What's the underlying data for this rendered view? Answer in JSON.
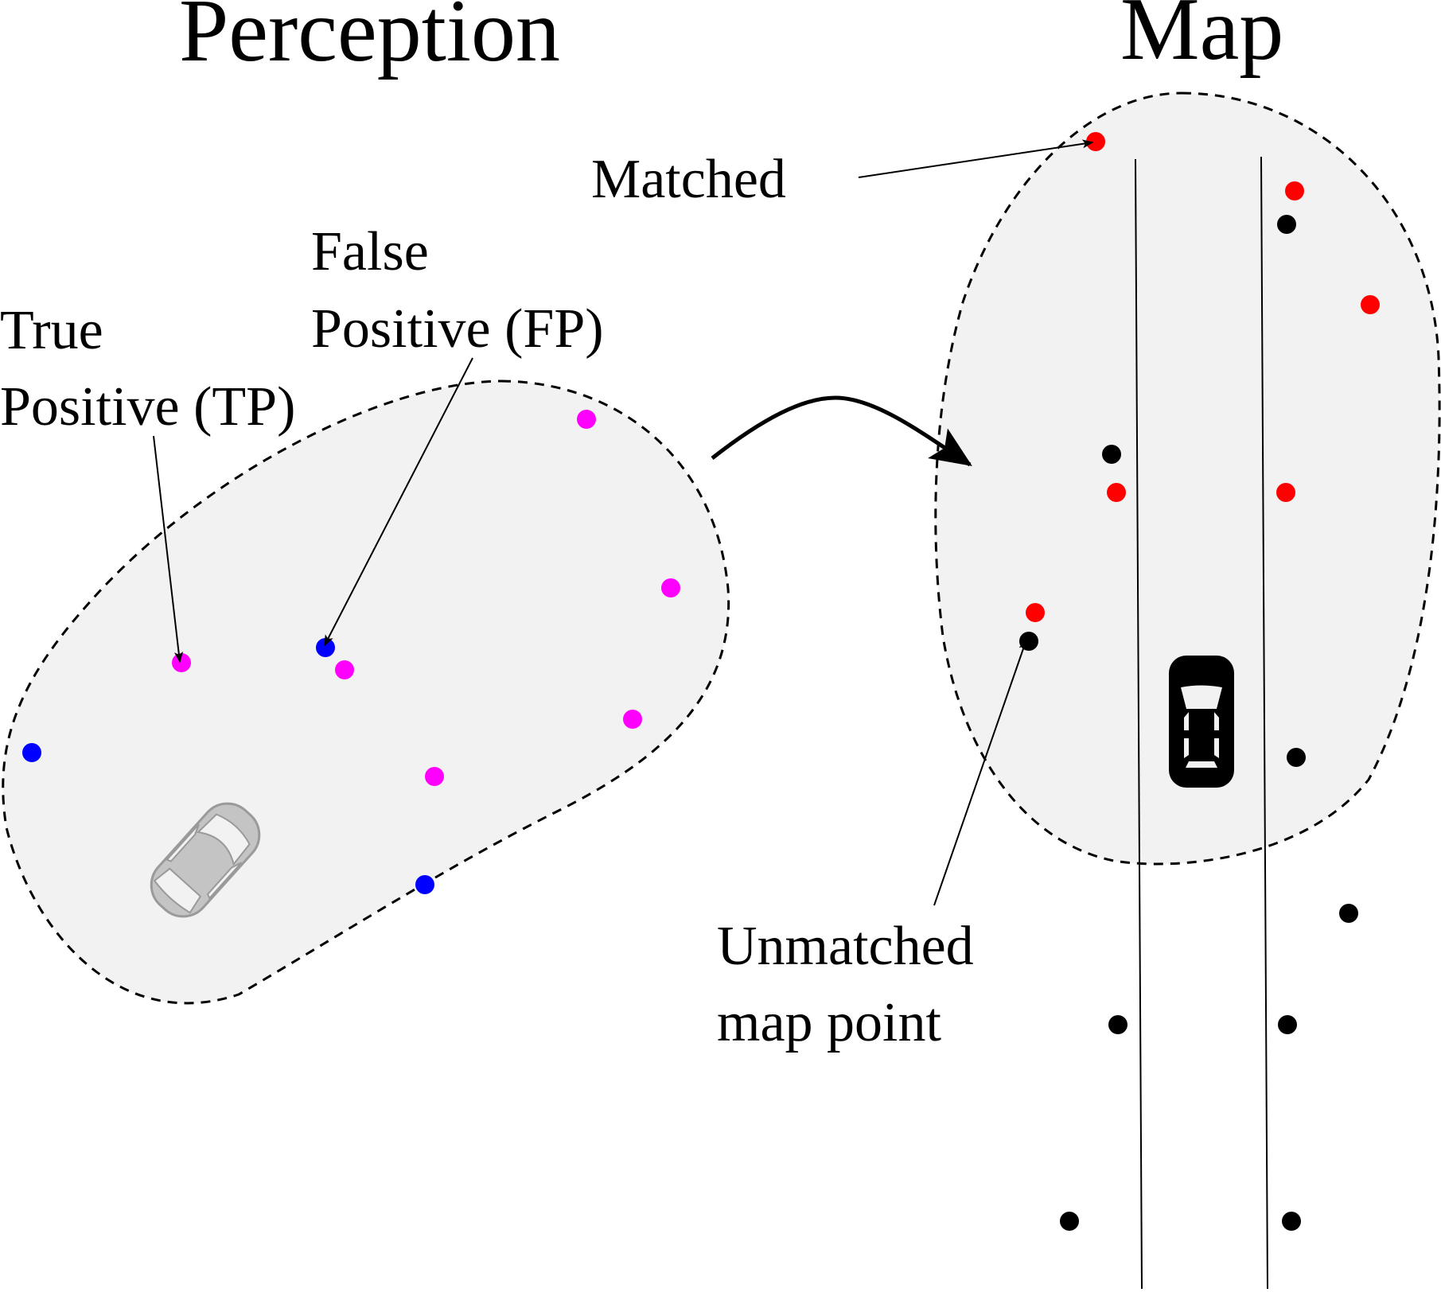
{
  "titles": {
    "perception": "Perception",
    "map": "Map"
  },
  "labels": {
    "true_positive_line1": "True",
    "true_positive_line2": "Positive (TP)",
    "false_positive_line1": "False",
    "false_positive_line2": "Positive (FP)",
    "matched": "Matched",
    "unmatched_line1": "Unmatched",
    "unmatched_line2": "map point"
  },
  "colors": {
    "true_positive": "#ff00ff",
    "false_positive": "#0000ff",
    "matched": "#ff0000",
    "unmatched": "#000000",
    "region_fill": "#f2f2f2",
    "ego_vehicle_perception": "#c0c0c0",
    "ego_vehicle_map": "#000000"
  },
  "perception_points": [
    {
      "type": "true_positive"
    },
    {
      "type": "true_positive"
    },
    {
      "type": "true_positive"
    },
    {
      "type": "true_positive"
    },
    {
      "type": "true_positive"
    },
    {
      "type": "true_positive"
    },
    {
      "type": "false_positive"
    },
    {
      "type": "false_positive"
    },
    {
      "type": "false_positive"
    }
  ],
  "map_points": [
    {
      "type": "matched"
    },
    {
      "type": "matched"
    },
    {
      "type": "matched"
    },
    {
      "type": "matched"
    },
    {
      "type": "matched"
    },
    {
      "type": "matched"
    },
    {
      "type": "unmatched"
    },
    {
      "type": "unmatched"
    },
    {
      "type": "unmatched"
    },
    {
      "type": "unmatched"
    },
    {
      "type": "unmatched"
    },
    {
      "type": "unmatched"
    },
    {
      "type": "unmatched"
    },
    {
      "type": "unmatched"
    },
    {
      "type": "unmatched"
    }
  ]
}
